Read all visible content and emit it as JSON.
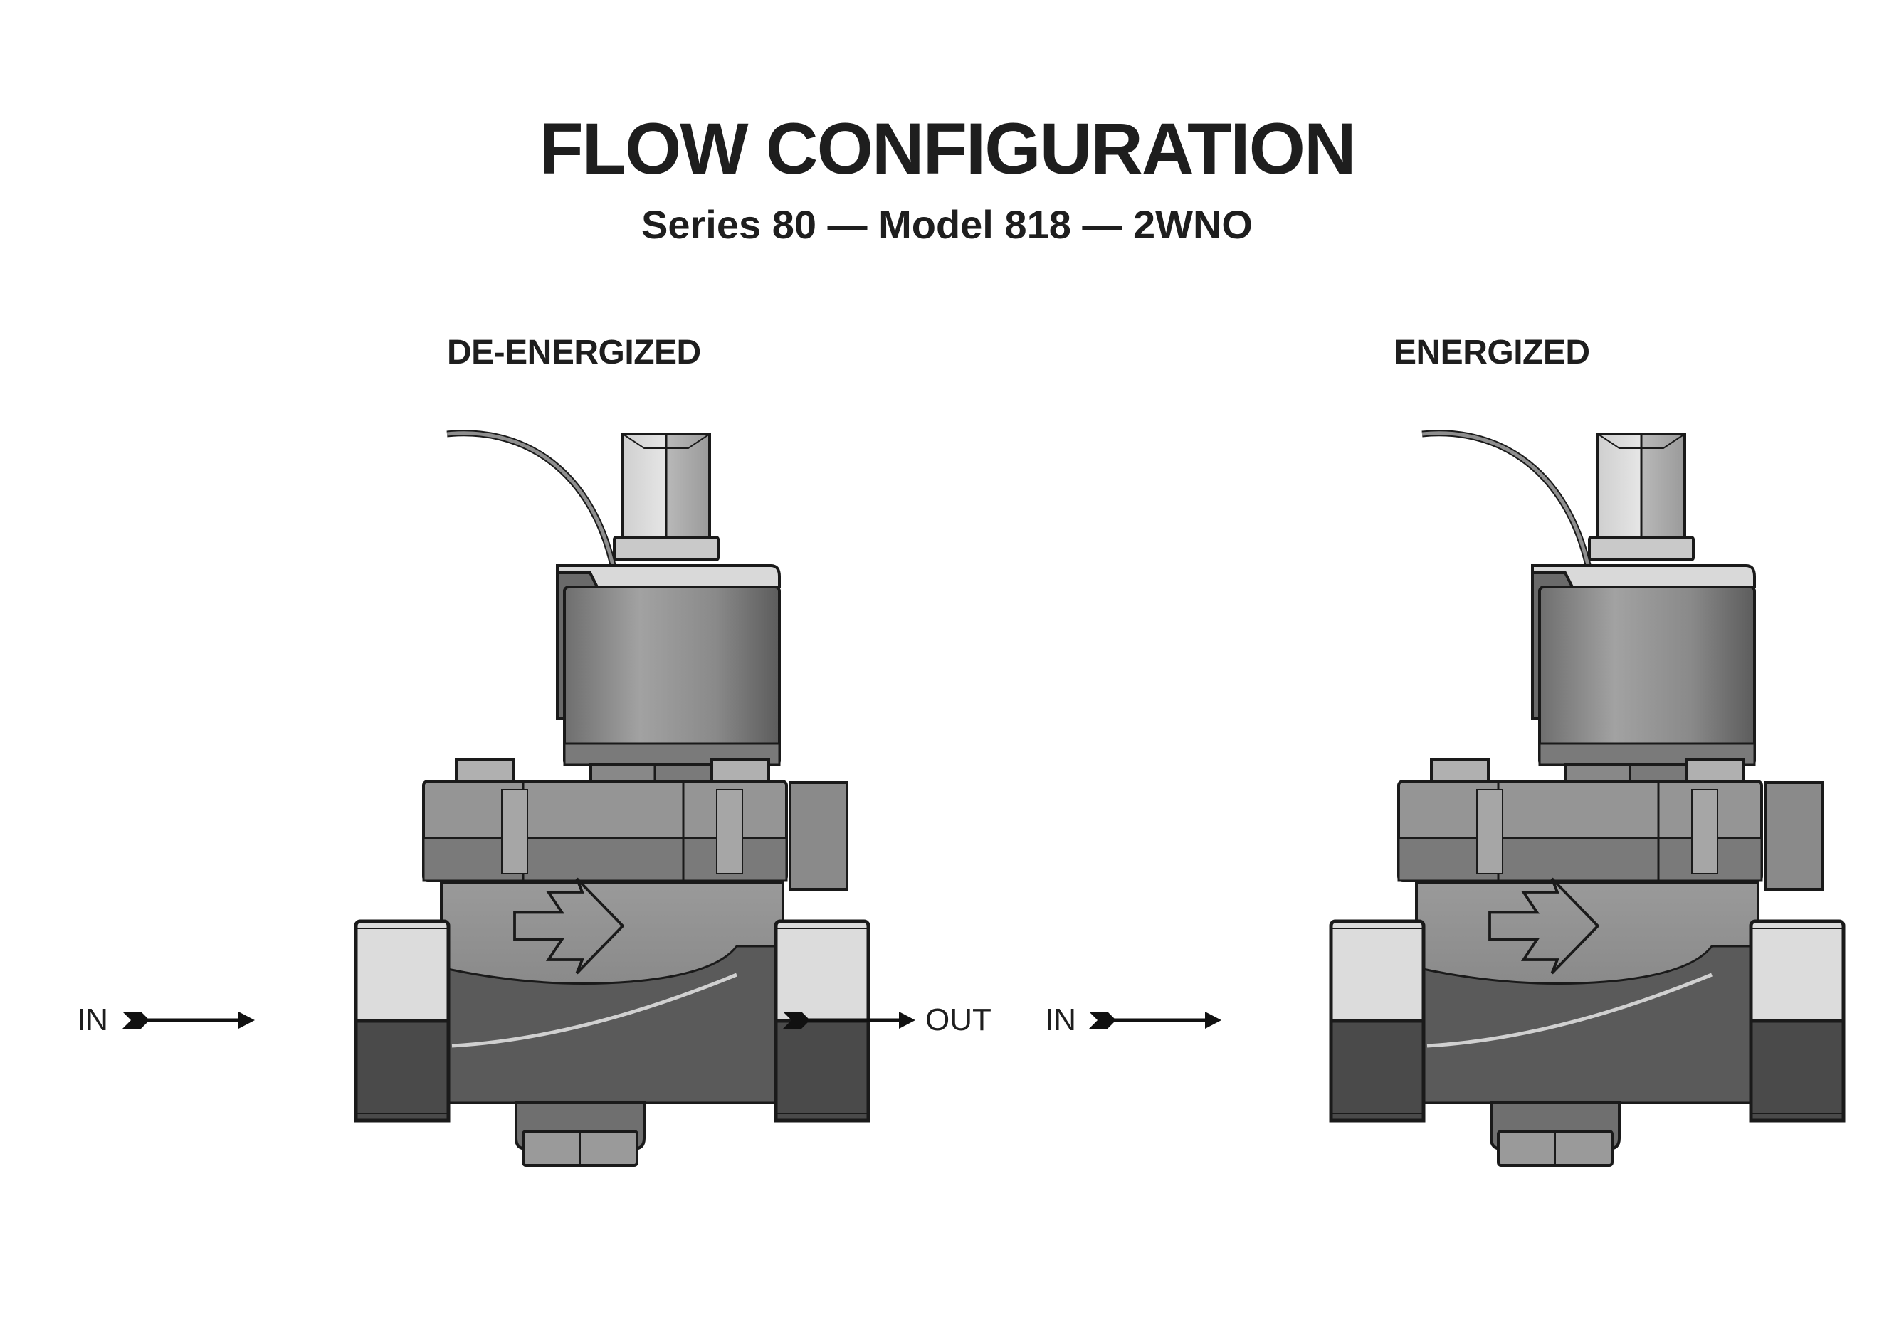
{
  "header": {
    "title": "FLOW CONFIGURATION",
    "subtitle": "Series 80 — Model 818 — 2WNO"
  },
  "panels": [
    {
      "state_label": "DE-ENERGIZED",
      "inlet_label": "IN",
      "outlet_label": "OUT",
      "shows_outlet_flow": true
    },
    {
      "state_label": "ENERGIZED",
      "inlet_label": "IN",
      "shows_outlet_flow": false
    }
  ],
  "colors": {
    "text": "#1e1e1e",
    "body_mid": "#8a8a8a",
    "body_dark": "#4a4a4a",
    "body_light": "#d8d8d8",
    "outline": "#1a1a1a"
  }
}
